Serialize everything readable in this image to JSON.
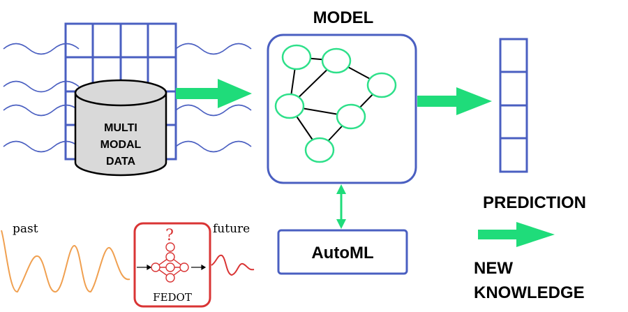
{
  "model_title": "MODEL",
  "data_label": {
    "line1": "MULTI",
    "line2": "MODAL",
    "line3": "DATA"
  },
  "automl_label": "AutoML",
  "prediction_label": "PREDICTION",
  "knowledge_label": {
    "line1": "NEW",
    "line2": "KNOWLEDGE"
  },
  "fedot": {
    "past_label": "past",
    "future_label": "future",
    "name": "FEDOT",
    "question_mark": "?"
  },
  "colors": {
    "blue": "#4a5fc1",
    "green": "#1fdc7a",
    "red": "#d93434",
    "orange": "#f0a050",
    "node_outline": "#2ee08a",
    "edge": "#000000",
    "cylinder_fill": "#d9d9d9"
  }
}
